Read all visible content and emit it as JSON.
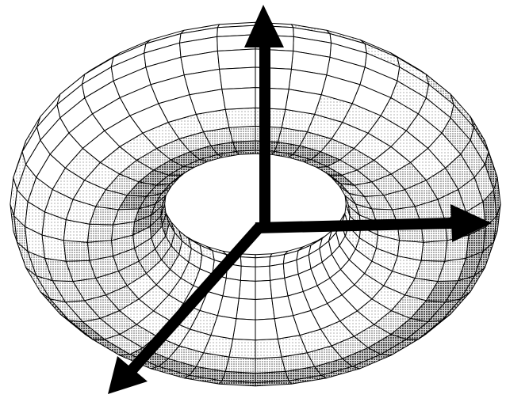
{
  "figure": {
    "subject": "torus",
    "style": "wireframe-mesh",
    "axes": [
      {
        "direction": "up",
        "icon": "arrow-up-icon"
      },
      {
        "direction": "right",
        "icon": "arrow-right-icon"
      },
      {
        "direction": "down-left",
        "icon": "arrow-down-left-icon"
      }
    ],
    "colors": {
      "background": "#ffffff",
      "mesh_stroke": "#000000",
      "shade_light": "#e6e6e6",
      "shade_mid": "#bfbfbf",
      "shade_dark": "#8c8c8c",
      "axis": "#000000"
    }
  }
}
